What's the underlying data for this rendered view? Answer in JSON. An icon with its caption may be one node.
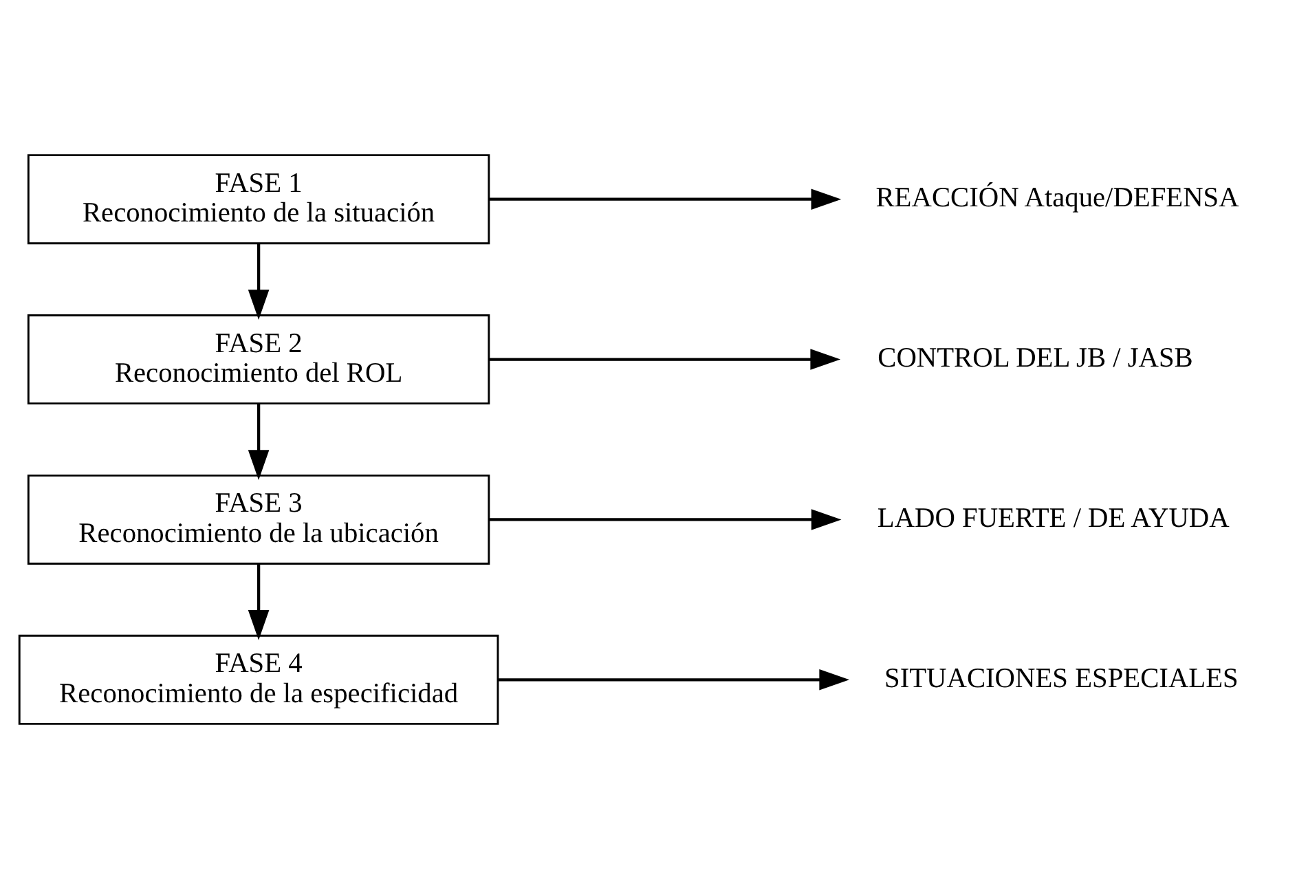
{
  "diagram": {
    "nodes": [
      {
        "text": [
          "FASE 1",
          "Reconocimiento de la situación"
        ]
      },
      {
        "text": [
          "REACCIÓN Ataque/DEFENSA"
        ]
      },
      {
        "text": [
          "FASE 2",
          "Reconocimiento del ROL"
        ]
      },
      {
        "text": [
          "CONTROL DEL JB / JASB"
        ]
      },
      {
        "text": [
          "FASE 3",
          "Reconocimiento de la ubicación"
        ]
      },
      {
        "text": [
          "LADO FUERTE / DE AYUDA"
        ]
      },
      {
        "text": [
          "FASE 4",
          "Reconocimiento de la especificidad"
        ]
      },
      {
        "text": [
          "SITUACIONES ESPECIALES"
        ]
      }
    ],
    "edges": [
      {
        "from": 0,
        "to": 1,
        "arrow": "to"
      },
      {
        "from": 0,
        "to": 2,
        "arrow": "to"
      },
      {
        "from": 2,
        "to": 3,
        "arrow": "to"
      },
      {
        "from": 2,
        "to": 4,
        "arrow": "to"
      },
      {
        "from": 4,
        "to": 5,
        "arrow": "to"
      },
      {
        "from": 4,
        "to": 6,
        "arrow": "to"
      },
      {
        "from": 6,
        "to": 7,
        "arrow": "to"
      }
    ]
  }
}
